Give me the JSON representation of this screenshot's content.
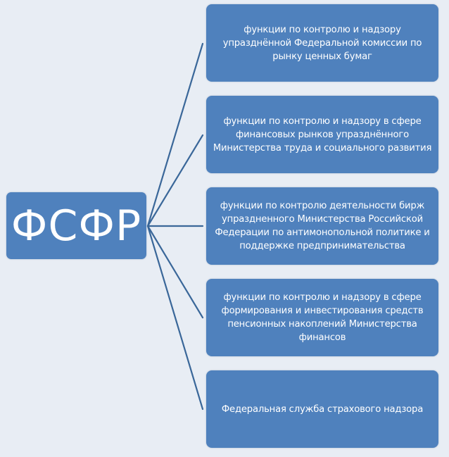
{
  "diagram": {
    "type": "hierarchy",
    "colors": {
      "background": "#e8edf4",
      "box_fill": "#4f81bd",
      "box_text": "#ffffff",
      "connector": "#3a6799"
    },
    "root": {
      "label": "ФСФР"
    },
    "children": [
      {
        "label": "функции по контролю и надзору упразднённой Федеральной комиссии по рынку ценных бумаг"
      },
      {
        "label": "функции по контролю и надзору в сфере финансовых рынков упразднённого Министерства труда и социального развития"
      },
      {
        "label": "функции по контролю деятельности бирж упраздненного Министерства Российской Федерации по антимонопольной политике и поддержке предпринимательства"
      },
      {
        "label": "функции по контролю и надзору в сфере формирования и инвестирования средств пенсионных накоплений Министерства финансов"
      },
      {
        "label": "Федеральная служба страхового надзора"
      }
    ]
  }
}
